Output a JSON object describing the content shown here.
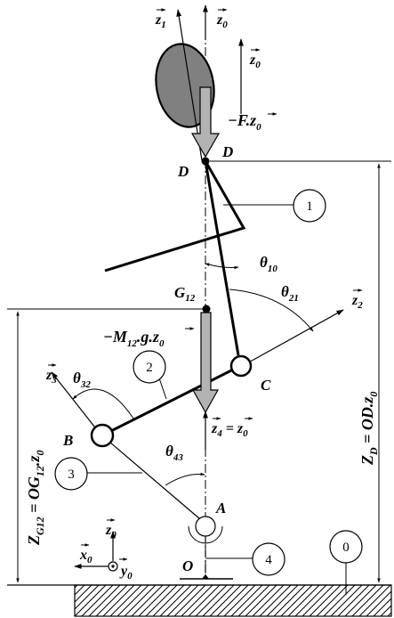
{
  "labels": {
    "z1": "z",
    "z1_sub": "1",
    "z0_top": "z",
    "z0_top_sub": "0",
    "z0_force": "z",
    "z0_force_sub": "0",
    "force": "−F.z",
    "force_sub": "0",
    "D_left": "D",
    "D_right": "D",
    "G12": "G",
    "G12_sub": "12",
    "theta10": "θ",
    "theta10_sub": "10",
    "theta21": "θ",
    "theta21_sub": "21",
    "theta32": "θ",
    "theta32_sub": "32",
    "theta43": "θ",
    "theta43_sub": "43",
    "z2": "z",
    "z2_sub": "2",
    "z3": "z",
    "z3_sub": "3",
    "z4_eq": "z",
    "z4_sub": "4",
    "z4_eq_rhs": " = z",
    "z4_eq_rhs_sub": "0",
    "weight": "−M",
    "weight_sub": "12",
    "weight_rest": ".g.z",
    "weight_rest_sub": "0",
    "B": "B",
    "C": "C",
    "A": "A",
    "O": "O",
    "ZG12": "Z",
    "ZG12_sub": "G12",
    "ZG12_rhs": " = OG",
    "ZG12_rhs_sub": "12",
    "ZG12_rhs_end": ".z",
    "ZG12_rhs_end_sub": "0",
    "ZD": "Z",
    "ZD_sub": "D",
    "ZD_rhs": " = OD.z",
    "ZD_rhs_sub": "0",
    "frame_z0": "z",
    "frame_z0_sub": "0",
    "frame_x0": "x",
    "frame_x0_sub": "0",
    "frame_y0": "y",
    "frame_y0_sub": "0"
  },
  "callouts": [
    "1",
    "2",
    "3",
    "4",
    "0"
  ]
}
